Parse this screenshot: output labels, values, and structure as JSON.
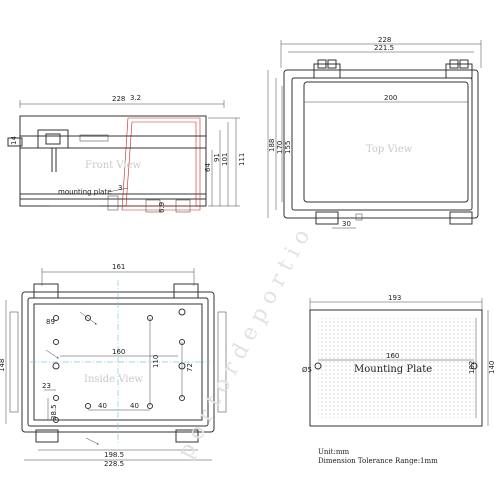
{
  "views": {
    "front": {
      "title": "Front View",
      "dims": {
        "width": "228",
        "d3_2": "3.2",
        "d14": "14",
        "d64": "64",
        "d91": "91",
        "d101": "101",
        "d111": "111",
        "d3": "3",
        "d6_9": "6.9"
      },
      "labels": {
        "mounting_plate": "mounting plate"
      }
    },
    "top": {
      "title": "Top View",
      "dims": {
        "d228": "228",
        "d221_5": "221.5",
        "d200": "200",
        "d188": "188",
        "d170": "170",
        "d155": "155",
        "d30": "30"
      }
    },
    "inside": {
      "title": "Inside View",
      "dims": {
        "d161": "161",
        "d89": "89",
        "d148": "148",
        "d160": "160",
        "d110": "110",
        "d72": "72",
        "d23": "23",
        "d38_5": "38.5",
        "d40a": "40",
        "d40b": "40",
        "d198_5": "198.5",
        "d228_5": "228.5"
      }
    },
    "plate": {
      "title": "Mounting Plate",
      "dims": {
        "d193": "193",
        "d160": "160",
        "d5": "Ø5",
        "d102": "102",
        "d140": "140"
      }
    }
  },
  "notes": {
    "unit": "Unit:mm",
    "tolerance": "Dimension Tolerance Range:1mm"
  },
  "watermark": {
    "text": "p o r t o r d e p o r t i o"
  }
}
